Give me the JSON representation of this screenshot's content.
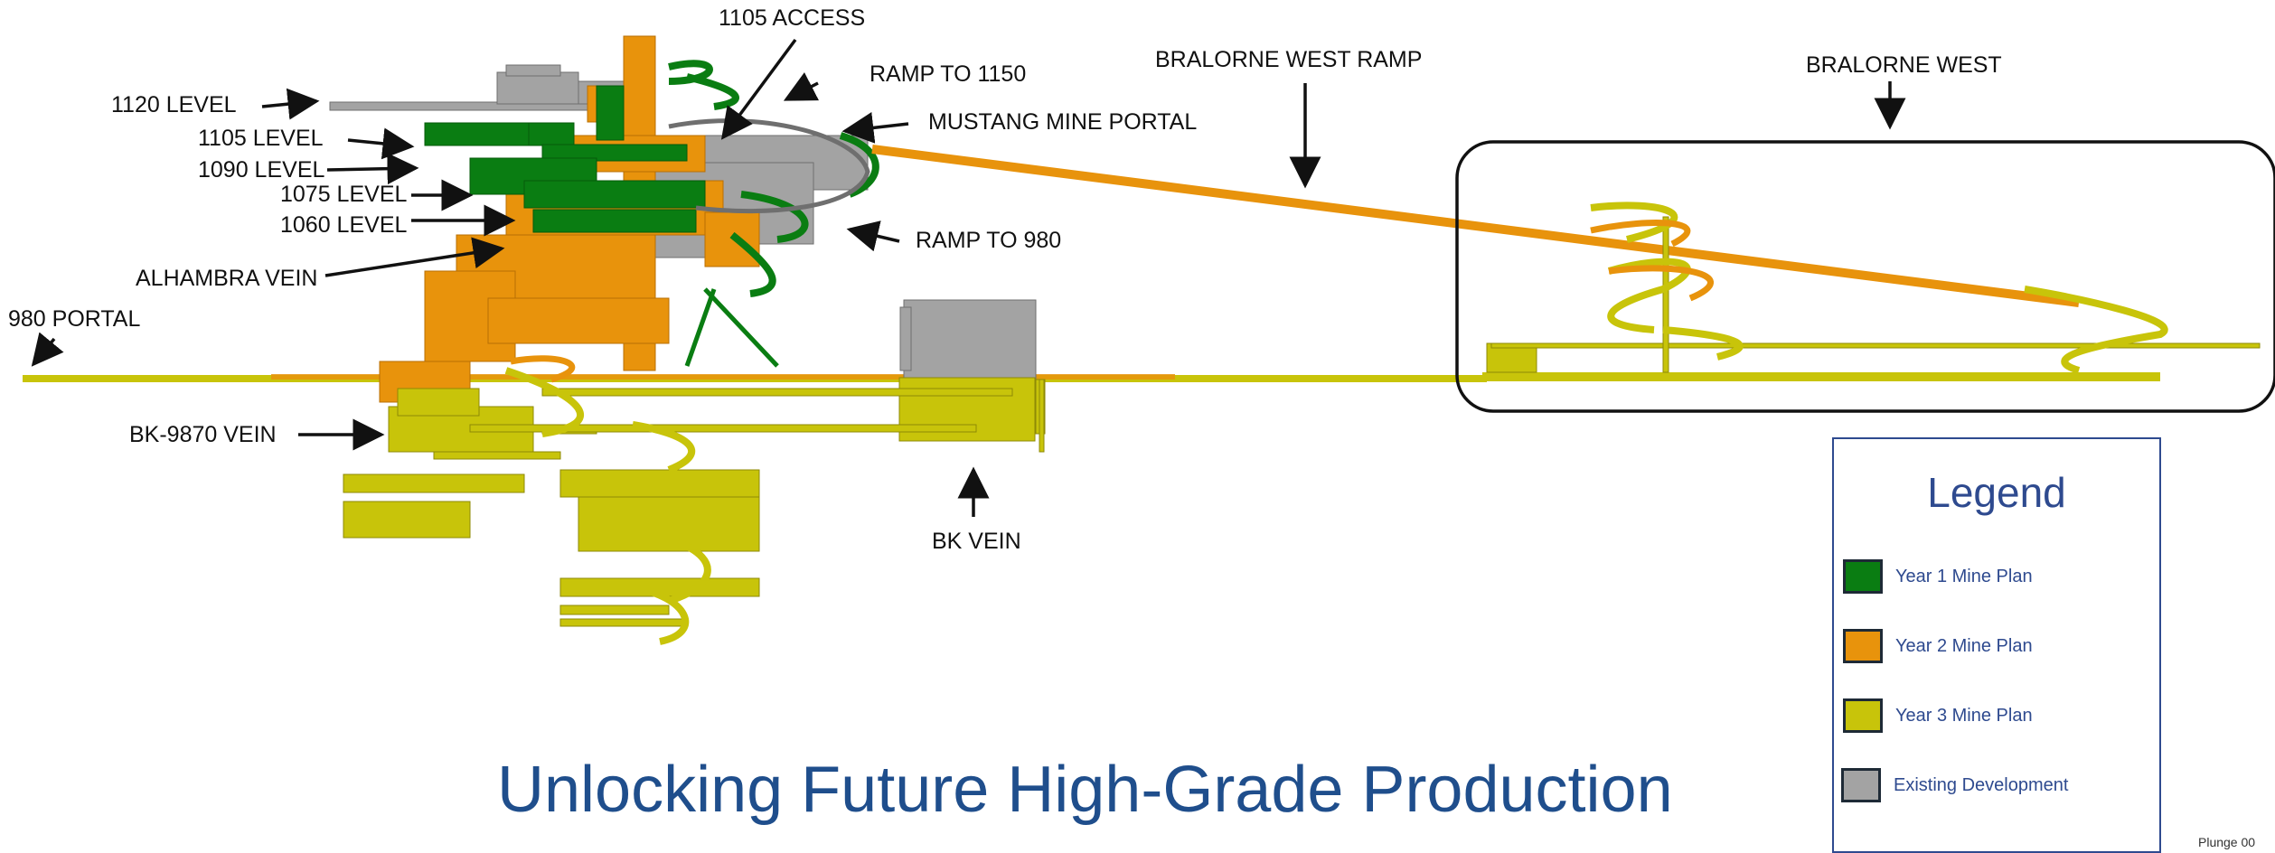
{
  "title": "Unlocking Future High-Grade Production",
  "labels": {
    "access_1105": "1105 ACCESS",
    "ramp_1150": "RAMP TO 1150",
    "level_1120": "1120 LEVEL",
    "mustang": "MUSTANG MINE PORTAL",
    "level_1105": "1105 LEVEL",
    "level_1090": "1090 LEVEL",
    "level_1075": "1075 LEVEL",
    "level_1060": "1060 LEVEL",
    "ramp_980": "RAMP TO 980",
    "alhambra": "ALHAMBRA VEIN",
    "portal_980": "980 PORTAL",
    "bk9870": "BK-9870 VEIN",
    "bk_vein": "BK VEIN",
    "bralorne_west_ramp": "BRALORNE WEST RAMP",
    "bralorne_west": "BRALORNE WEST"
  },
  "legend": {
    "title": "Legend",
    "items": [
      {
        "label": "Year 1 Mine Plan",
        "color": "#0a7d12"
      },
      {
        "label": "Year 2 Mine Plan",
        "color": "#e8930c"
      },
      {
        "label": "Year 3 Mine Plan",
        "color": "#c8c40a"
      },
      {
        "label": "Existing Development",
        "color": "#a3a3a3"
      }
    ]
  },
  "colors": {
    "year1": "#0a7d12",
    "year2": "#e8930c",
    "year3": "#c8c40a",
    "existing": "#a3a3a3"
  },
  "footer": "Plunge 00"
}
